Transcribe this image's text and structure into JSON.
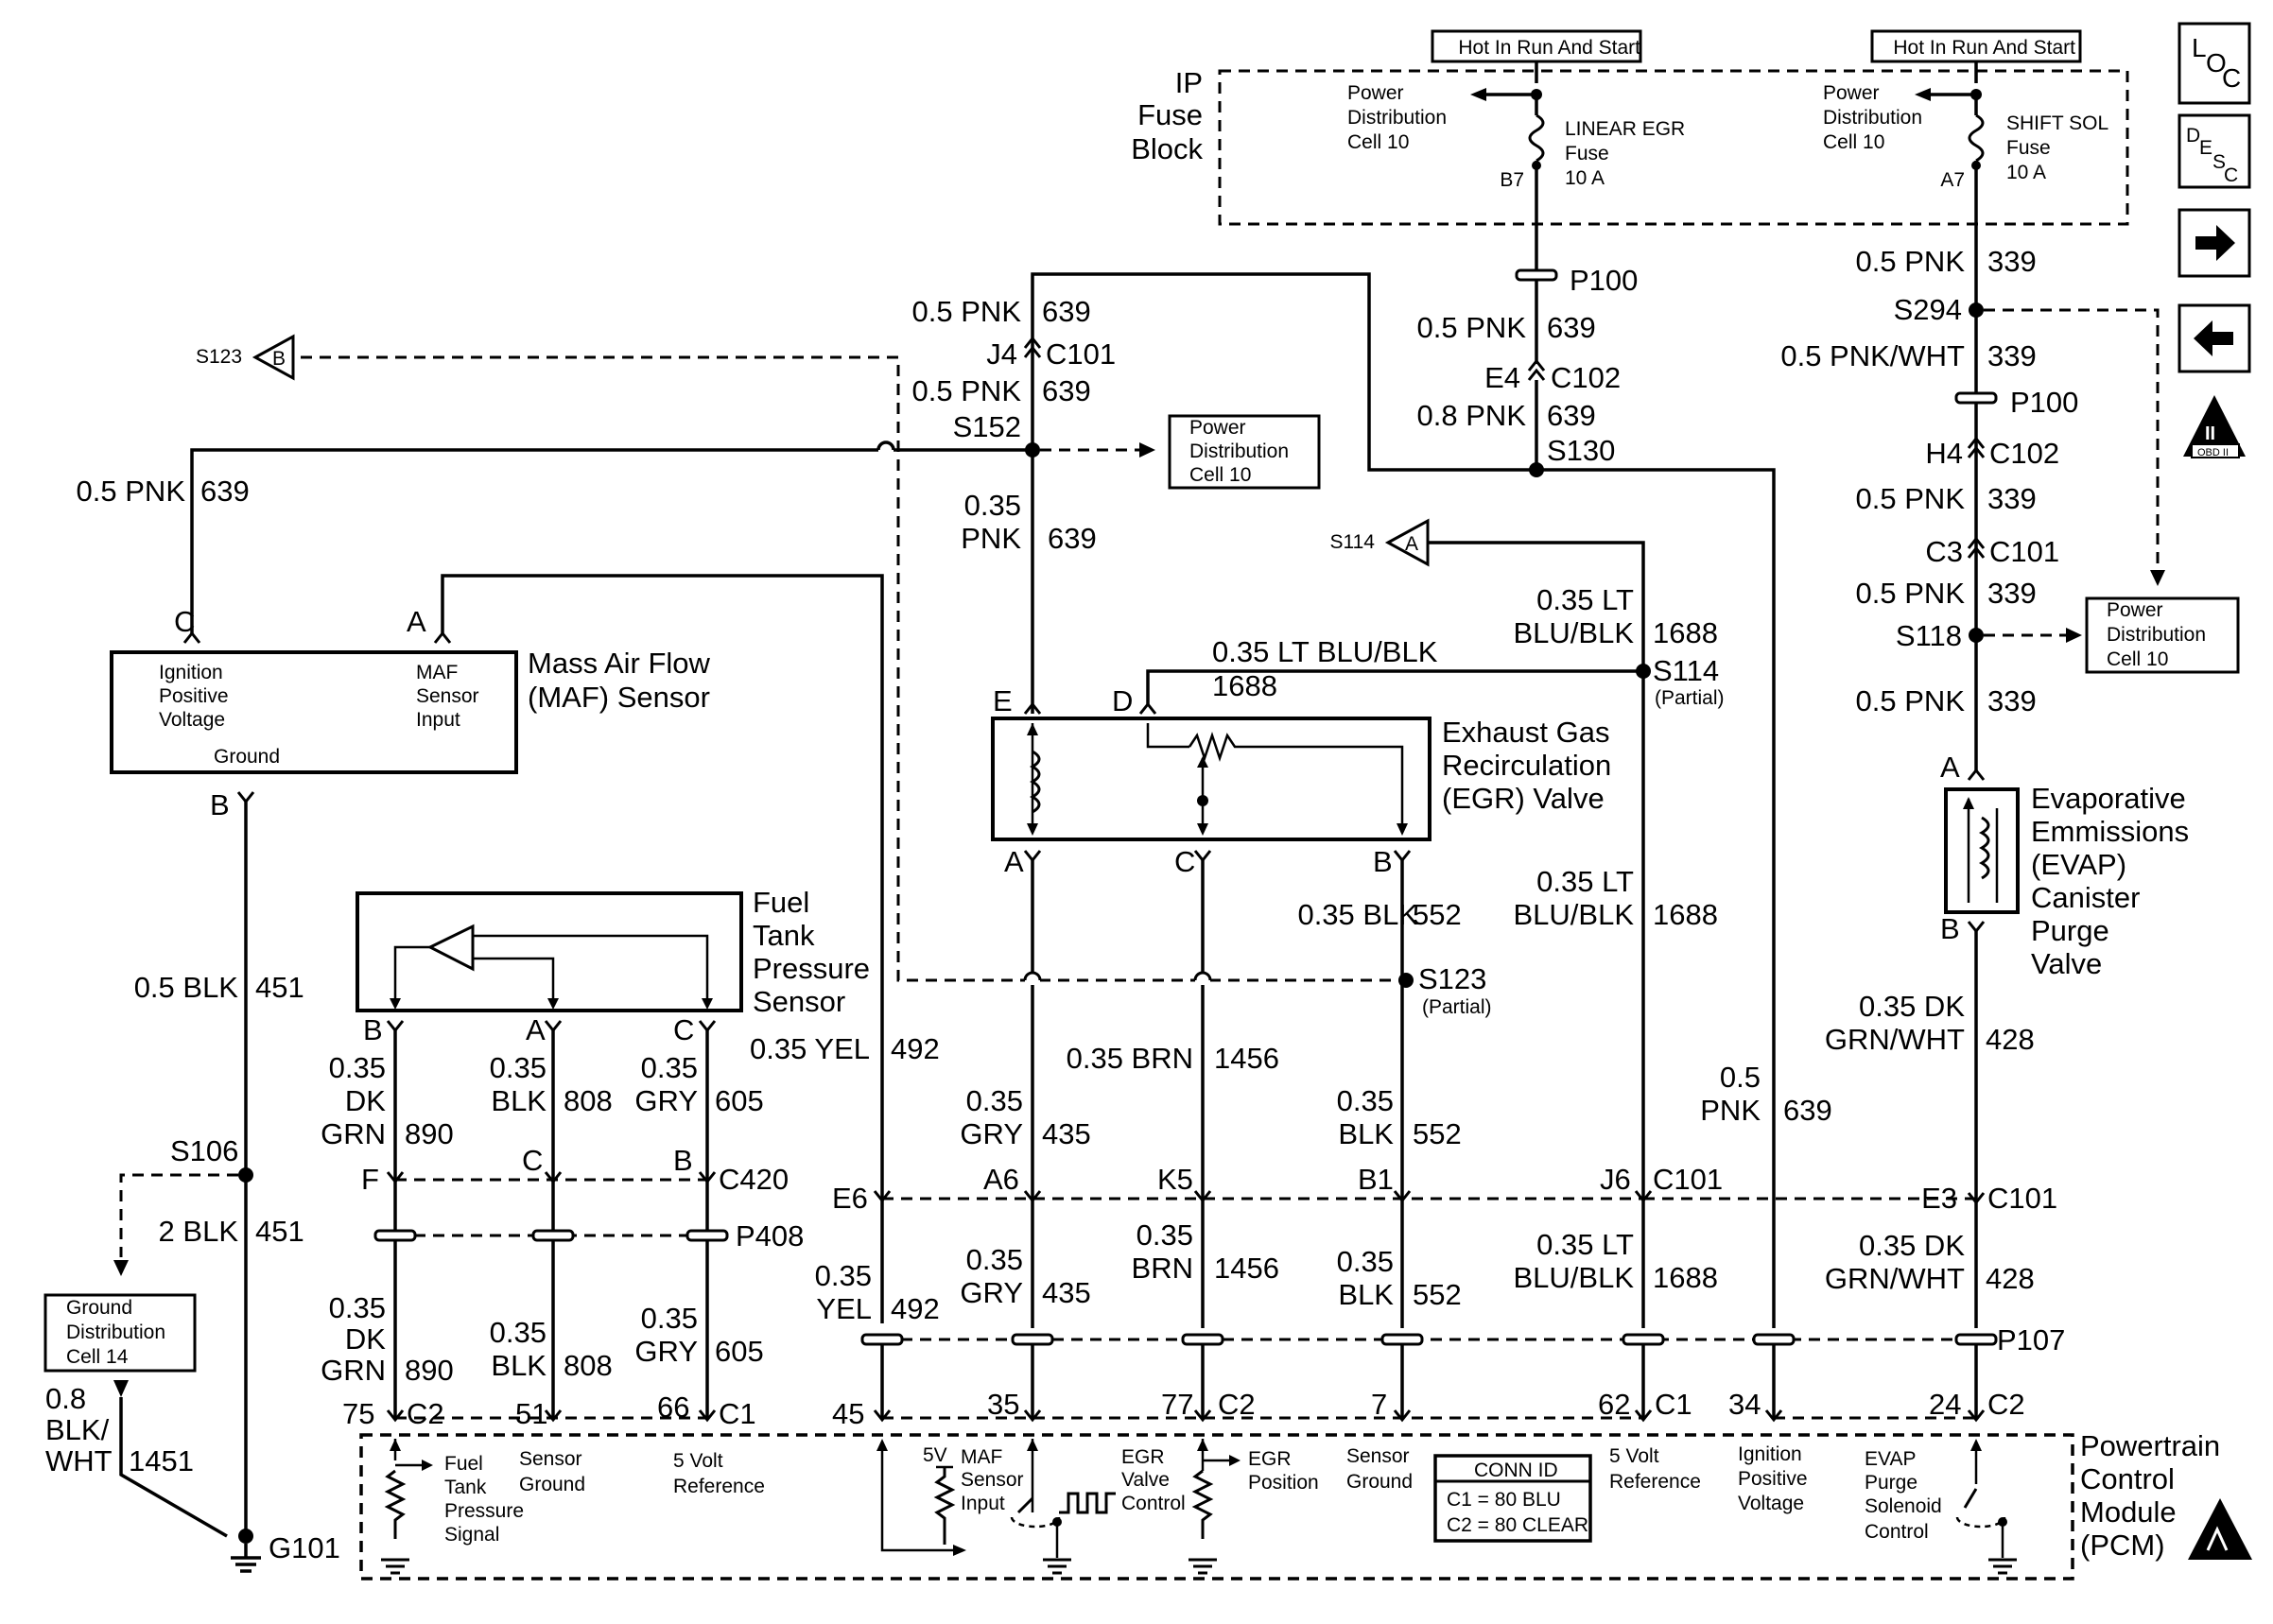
{
  "fuse_block": {
    "title": "IP Fuse Block",
    "hot_label": "Hot In Run And Start",
    "pdc_label": "Power Distribution Cell 10",
    "fuse_egr": {
      "name": "LINEAR EGR",
      "type": "Fuse",
      "rating": "10 A",
      "pin": "B7"
    },
    "fuse_shift": {
      "name": "SHIFT SOL",
      "type": "Fuse",
      "rating": "10 A",
      "pin": "A7"
    }
  },
  "nav": {
    "loc": "LOC",
    "desc": "DESC",
    "obd": "OBD II"
  },
  "components": {
    "maf": {
      "name": "Mass Air Flow (MAF) Sensor",
      "pin_c": "C",
      "pin_a": "A",
      "pin_b": "B",
      "label_ign": "Ignition Positive Voltage",
      "label_maf": "MAF Sensor Input",
      "label_gnd": "Ground"
    },
    "ftp": {
      "name": "Fuel Tank Pressure Sensor",
      "pin_b": "B",
      "pin_a": "A",
      "pin_c": "C"
    },
    "egr": {
      "name": "Exhaust Gas Recirculation (EGR) Valve",
      "pin_e": "E",
      "pin_d": "D",
      "pin_a": "A",
      "pin_c": "C",
      "pin_b": "B"
    },
    "evap": {
      "name": "Evaporative Emmissions (EVAP) Canister Purge Valve",
      "pin_a": "A",
      "pin_b": "B"
    },
    "pcm": {
      "name": "Powertrain Control Module (PCM)",
      "conn_id_title": "CONN ID",
      "conn_c1": "C1 = 80 BLU",
      "conn_c2": "C2 = 80 CLEAR"
    }
  },
  "pcm_labels": {
    "ftp_signal": "Fuel Tank Pressure Signal",
    "sensor_ground": "Sensor Ground",
    "five_v_ref": "5 Volt Reference",
    "five_v": "5V",
    "maf_input": "MAF Sensor Input",
    "egr_control": "EGR Valve Control",
    "egr_position": "EGR Position",
    "ign_voltage": "Ignition Positive Voltage",
    "evap_control": "EVAP Purge Solenoid Control"
  },
  "pdc_boxes": {
    "pdc10": "Power Distribution Cell 10",
    "gdc14": "Ground Distribution Cell 14"
  },
  "splices": {
    "s123": "S123",
    "s114": "S114",
    "s152": "S152",
    "s130": "S130",
    "s294": "S294",
    "s118": "S118",
    "s106": "S106",
    "partial": "(Partial)",
    "s123_arrow": "B",
    "s114_arrow": "A"
  },
  "connectors": {
    "p100": "P100",
    "c102": "C102",
    "c101": "C101",
    "c420": "C420",
    "p408": "P408",
    "p107": "P107",
    "c1": "C1",
    "c2": "C2",
    "g101": "G101"
  },
  "wires": {
    "w639_left": {
      "gauge": "0.5 PNK",
      "circuit": "639"
    },
    "w639_top": {
      "gauge": "0.5 PNK",
      "circuit": "639"
    },
    "w639_mid": {
      "gauge": "0.5 PNK",
      "circuit": "639"
    },
    "w639_egr_a": "0.35",
    "w639_egr_b": "PNK",
    "w639_egr_c": "639",
    "w639_p100": {
      "gauge": "0.5 PNK",
      "circuit": "639"
    },
    "w639_s130": {
      "gauge": "0.8 PNK",
      "circuit": "639"
    },
    "w639_pcm_a": "0.5",
    "w639_pcm_b": "PNK",
    "w639_pcm_c": "639",
    "w339_a": {
      "gauge": "0.5 PNK",
      "circuit": "339"
    },
    "w339_b": {
      "gauge": "0.5 PNK/WHT",
      "circuit": "339"
    },
    "w339_c": {
      "gauge": "0.5 PNK",
      "circuit": "339"
    },
    "w339_d": {
      "gauge": "0.5 PNK",
      "circuit": "339"
    },
    "w339_e": {
      "gauge": "0.5 PNK",
      "circuit": "339"
    },
    "w1688_top": {
      "gauge": "0.35 LT BLU/BLK",
      "circuit": "1688"
    },
    "w1688_a": "0.35 LT",
    "w1688_b": "BLU/BLK",
    "w1688_c": "1688",
    "w451_a": {
      "gauge": "0.5 BLK",
      "circuit": "451"
    },
    "w451_b": {
      "gauge": "2 BLK",
      "circuit": "451"
    },
    "w1451_a": "0.8",
    "w1451_b": "BLK/",
    "w1451_c": "WHT",
    "w1451_d": "1451",
    "w492": {
      "gauge": "0.35 YEL",
      "circuit": "492"
    },
    "w1456": {
      "gauge": "0.35 BRN",
      "circuit": "1456"
    },
    "w552": {
      "gauge": "0.35 BLK",
      "circuit": "552"
    },
    "w428_a": "0.35 DK",
    "w428_b": "GRN/WHT",
    "w428_c": "428",
    "w890_a": "0.35",
    "w890_b": "DK",
    "w890_c": "GRN",
    "w890_d": "890",
    "w808_a": "0.35",
    "w808_b": "BLK",
    "w808_c": "808",
    "w605_a": "0.35",
    "w605_b": "GRY",
    "w605_c": "605",
    "w435_a": "0.35",
    "w435_b": "GRY",
    "w435_c": "435",
    "w552_a": "0.35",
    "w552_b": "BLK",
    "w552_c": "552",
    "w492_a": "0.35",
    "w492_b": "YEL",
    "w492_c": "492",
    "w1456_a": "0.35",
    "w1456_b": "BRN",
    "w1456_c": "1456"
  },
  "pins": {
    "j4": "J4",
    "e4": "E4",
    "h4": "H4",
    "c3": "C3",
    "e6": "E6",
    "a6": "A6",
    "k5": "K5",
    "b1": "B1",
    "j6": "J6",
    "e3": "E3",
    "f": "F",
    "c": "C",
    "b": "B",
    "p75": "75",
    "p51": "51",
    "p66": "66",
    "p45": "45",
    "p35": "35",
    "p77": "77",
    "p7": "7",
    "p62": "62",
    "p34": "34",
    "p24": "24"
  }
}
